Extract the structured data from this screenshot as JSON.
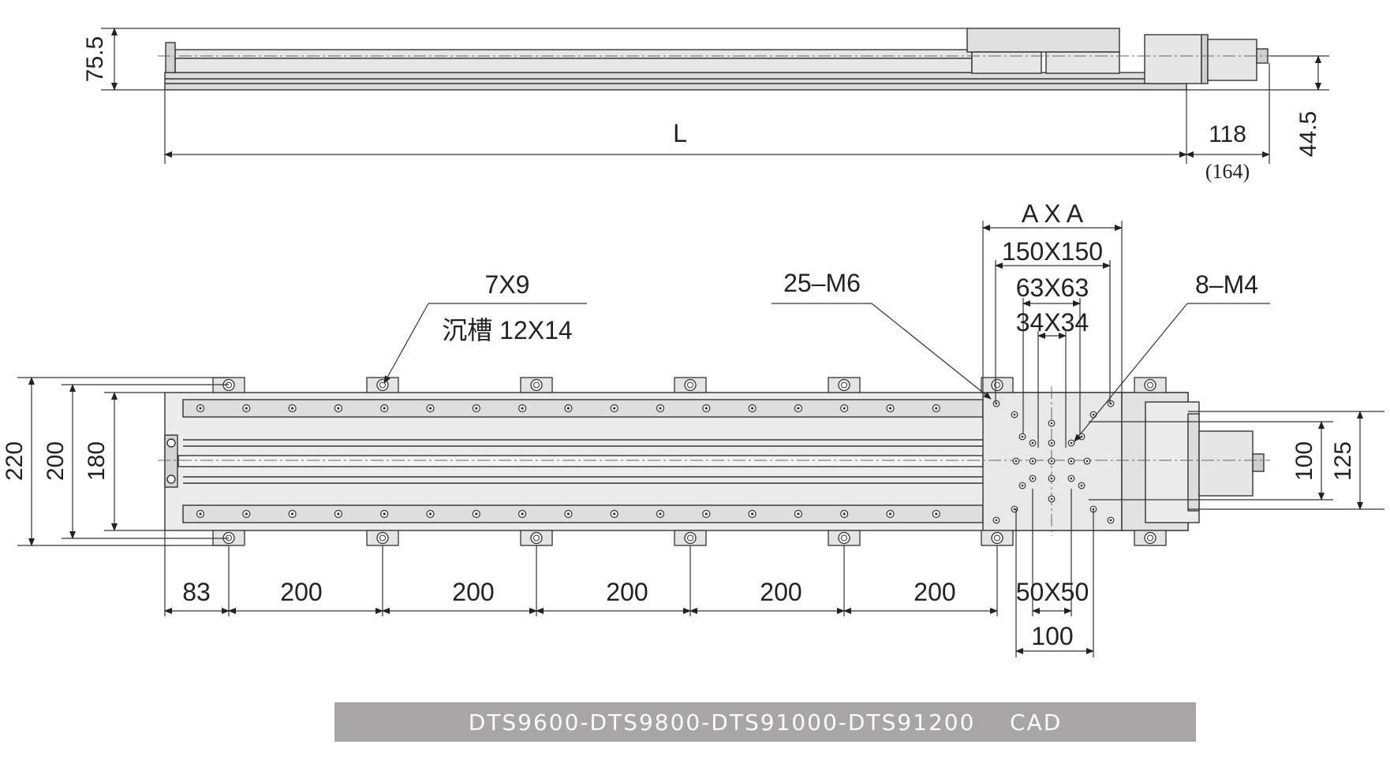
{
  "side_view": {
    "height_label": "75.5",
    "length_label": "L",
    "motor_length_label": "118",
    "motor_length_alt_label": "(164)",
    "axis_height_label": "44.5"
  },
  "top_view": {
    "flange_label": "A X A",
    "flange_150_label": "150X150",
    "flange_63_label": "63X63",
    "flange_34_label": "34X34",
    "counterbore_label_1": "7X9",
    "counterbore_label_2": "沉槽 12X14",
    "carriage_tap_label": "25–M6",
    "flange_tap_label": "8–M4",
    "width_220_label": "220",
    "width_200_label": "200",
    "width_180_label": "180",
    "right_100_label": "100",
    "right_125_label": "125",
    "pitch_first_label": "83",
    "pitch_labels": [
      "200",
      "200",
      "200",
      "200",
      "200"
    ],
    "carriage_50_label": "50X50",
    "carriage_100_label": "100"
  },
  "footer": {
    "title": "DTS9600-DTS9800-DTS91000-DTS91200    CAD"
  }
}
